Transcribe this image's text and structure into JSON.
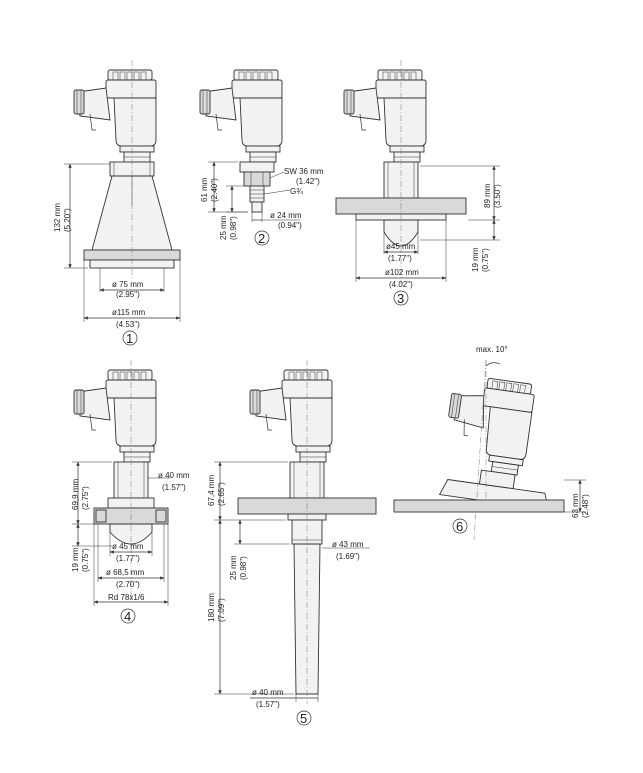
{
  "labels": {
    "d1_height": "132 mm",
    "d1_height_in": "(5.20\")",
    "d1_dia75": "ø 75 mm",
    "d1_dia75_in": "(2.95\")",
    "d1_dia115": "ø115 mm",
    "d1_dia115_in": "(4.53\")",
    "d2_height61": "61 mm",
    "d2_height61_in": "(2.40\")",
    "d2_sw": "SW 36 mm",
    "d2_sw_in": "(1.42\")",
    "d2_thread": "G¾",
    "d2_height25": "25 mm",
    "d2_height25_in": "(0.98\")",
    "d2_dia24": "ø 24 mm",
    "d2_dia24_in": "(0.94\")",
    "d3_height89": "89 mm",
    "d3_height89_in": "(3.50\")",
    "d3_dia45": "ø45 mm",
    "d3_dia45_in": "(1.77\")",
    "d3_height19": "19 mm",
    "d3_height19_in": "(0.75\")",
    "d3_dia102": "ø102 mm",
    "d3_dia102_in": "(4.02\")",
    "d4_height699": "69,9 mm",
    "d4_height699_in": "(2.75\")",
    "d4_dia40": "ø 40 mm",
    "d4_dia40_in": "(1.57\")",
    "d4_height19": "19 mm",
    "d4_height19_in": "(0.75\")",
    "d4_dia45": "ø 45 mm",
    "d4_dia45_in": "(1.77\")",
    "d4_dia685": "ø 68,5 mm",
    "d4_dia685_in": "(2.70\")",
    "d4_thread": "Rd 78x1/6",
    "d5_height674": "67,4 mm",
    "d5_height674_in": "(2.65\")",
    "d5_height25": "25 mm",
    "d5_height25_in": "(0.98\")",
    "d5_dia43": "ø 43 mm",
    "d5_dia43_in": "(1.69\")",
    "d5_height180": "180 mm",
    "d5_height180_in": "(7.09\")",
    "d5_dia40": "ø 40 mm",
    "d5_dia40_in": "(1.57\")",
    "d6_angle": "max. 10°",
    "d6_height63": "63 mm",
    "d6_height63_in": "(2.48\")"
  },
  "numbers": [
    "1",
    "2",
    "3",
    "4",
    "5",
    "6"
  ]
}
